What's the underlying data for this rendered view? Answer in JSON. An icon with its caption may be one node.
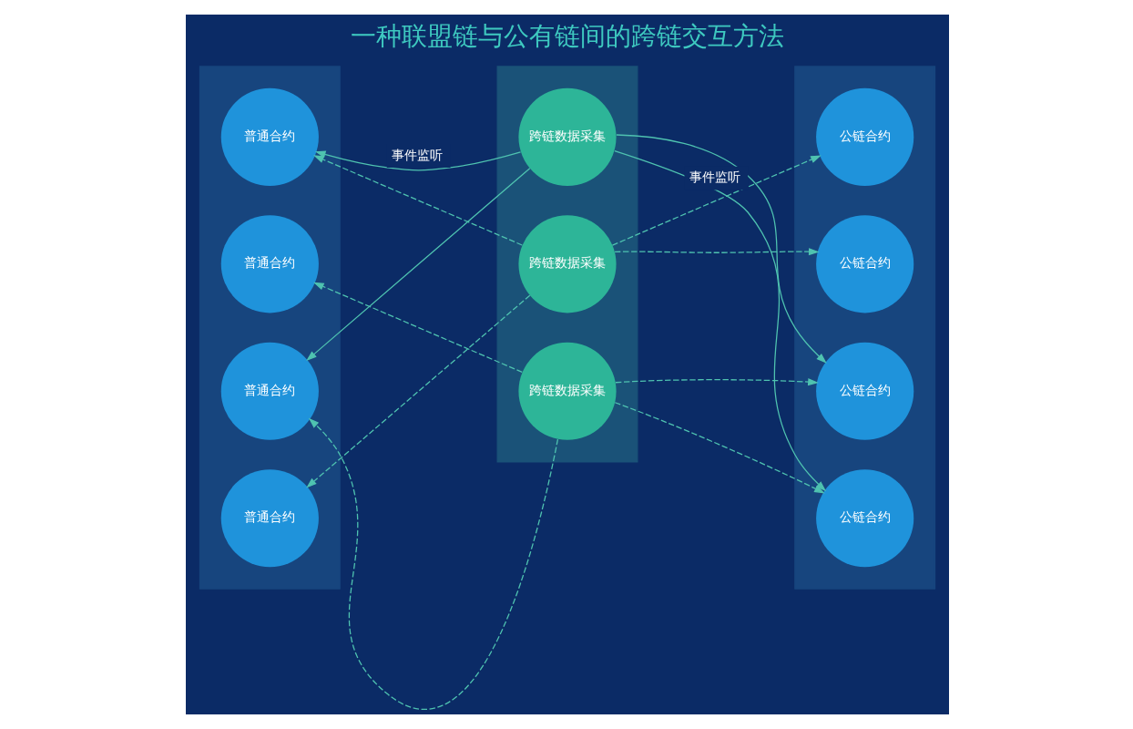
{
  "diagram": {
    "title": "一种联盟链与公有链间的跨链交互方法",
    "nodes": [
      {
        "text": [],
        "shape": "box"
      },
      {
        "text": [],
        "shape": "box"
      },
      {
        "text": [],
        "shape": "box"
      },
      {
        "text": [
          "普通合约"
        ],
        "in": 0
      },
      {
        "text": [
          "普通合约"
        ],
        "in": 0
      },
      {
        "text": [
          "普通合约"
        ],
        "in": 0
      },
      {
        "text": [
          "普通合约"
        ],
        "in": 0
      },
      {
        "text": [
          "跨链数据采集"
        ],
        "in": 1
      },
      {
        "text": [
          "跨链数据采集"
        ],
        "in": 1
      },
      {
        "text": [
          "跨链数据采集"
        ],
        "in": 1
      },
      {
        "text": [
          "公链合约"
        ],
        "in": 2
      },
      {
        "text": [
          "公链合约"
        ],
        "in": 2
      },
      {
        "text": [
          "公链合约"
        ],
        "in": 2
      },
      {
        "text": [
          "公链合约"
        ],
        "in": 2
      }
    ],
    "edges": [
      {
        "from": 7,
        "to": 3,
        "arrow": "to",
        "label": "事件监听"
      },
      {
        "from": 7,
        "to": 5,
        "arrow": "to"
      },
      {
        "from": 7,
        "to": 12,
        "arrow": "to"
      },
      {
        "from": 7,
        "to": 13,
        "arrow": "to"
      },
      {
        "from": 8,
        "to": 3,
        "arrow": "to",
        "style": "dashed"
      },
      {
        "from": 8,
        "to": 6,
        "arrow": "to",
        "style": "dashed"
      },
      {
        "from": 8,
        "to": 10,
        "arrow": "to",
        "style": "dashed",
        "label": "事件监听"
      },
      {
        "from": 8,
        "to": 11,
        "arrow": "to",
        "style": "dashed"
      },
      {
        "from": 9,
        "to": 4,
        "arrow": "to",
        "style": "dashed"
      },
      {
        "from": 9,
        "to": 5,
        "arrow": "to",
        "style": "dashed"
      },
      {
        "from": 9,
        "to": 12,
        "arrow": "to",
        "style": "dashed"
      },
      {
        "from": 9,
        "to": 13,
        "arrow": "to",
        "style": "dashed"
      }
    ]
  }
}
